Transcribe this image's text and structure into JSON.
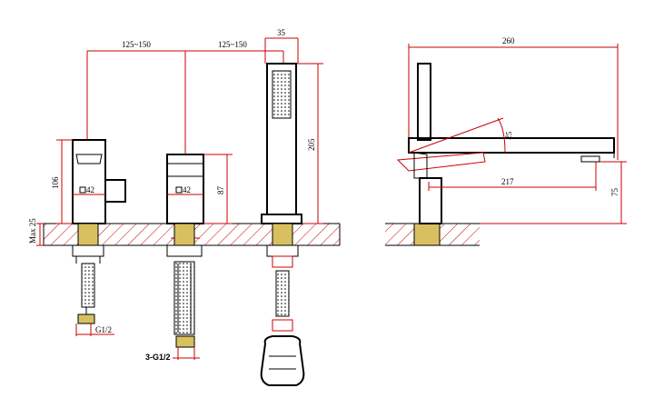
{
  "drawing": {
    "front_view": {
      "spacing_left": "125~150",
      "spacing_right": "125~150",
      "handshower_width": "35",
      "total_height": "205",
      "left_valve_height": "106",
      "right_valve_height": "87",
      "left_valve_square": "42",
      "right_valve_square": "42",
      "body_diameter": "35",
      "max_deck": "Max 25",
      "left_connection": "G1/2",
      "right_connection": "3-G1/2"
    },
    "side_view": {
      "total_length": "260",
      "spout_reach": "217",
      "spout_height": "75",
      "spout_angle": "25"
    }
  },
  "colors": {
    "dimension": "#cc0000",
    "object": "#000000",
    "connector": "#d8c060"
  },
  "icons": [
    "square-symbol",
    "diameter-symbol"
  ]
}
